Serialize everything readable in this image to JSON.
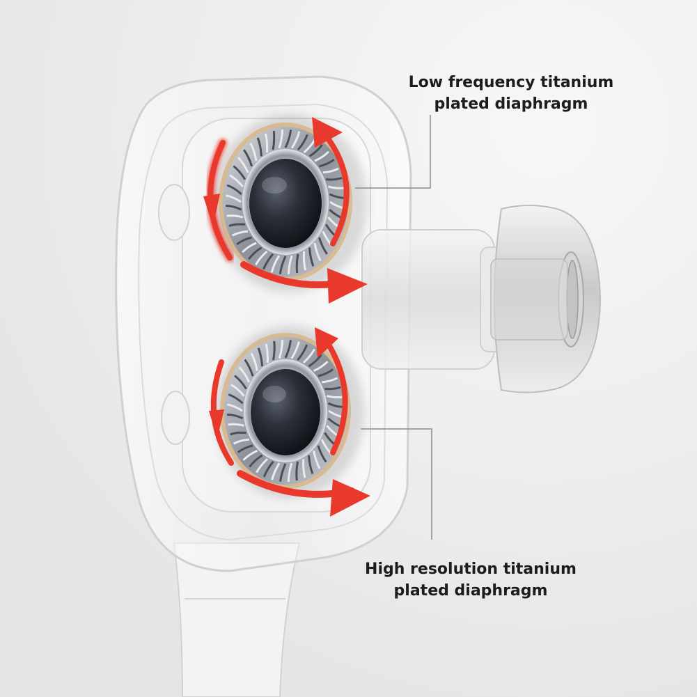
{
  "callouts": {
    "low": {
      "line1": "Low frequency titanium",
      "line2": "plated diaphragm"
    },
    "high": {
      "line1": "High resolution titanium",
      "line2": "plated diaphragm"
    }
  },
  "colors": {
    "background": "#ebebeb",
    "arrow": "#e8392c",
    "text": "#1c1c1c",
    "leader_line": "#8a8a8a"
  },
  "icons": [
    "driver-low",
    "driver-high",
    "rotation-arrow",
    "ear-tip"
  ]
}
